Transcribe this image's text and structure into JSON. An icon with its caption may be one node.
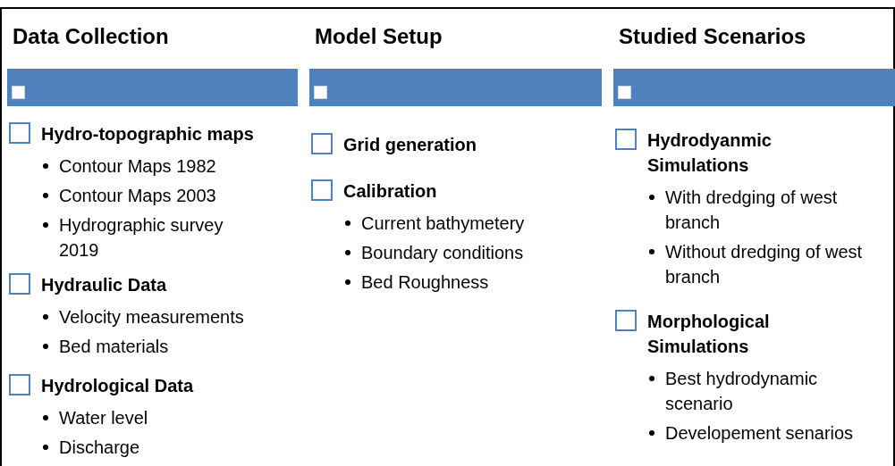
{
  "diagram": {
    "nodes": [
      {
        "text": [
          "Data Collection"
        ]
      },
      {
        "text": [
          "Hydro-topographic maps",
          "Contour Maps 1982",
          "Contour Maps 2003",
          "Hydrographic survey 2019"
        ]
      },
      {
        "text": [
          "Hydraulic Data",
          "Velocity measurements",
          "Bed materials"
        ]
      },
      {
        "text": [
          "Hydrological Data",
          "Water level",
          "Discharge"
        ]
      },
      {
        "text": [
          "Model Setup"
        ]
      },
      {
        "text": [
          "Grid generation"
        ]
      },
      {
        "text": [
          "Calibration",
          "Current bathymetery",
          "Boundary conditions",
          "Bed Roughness"
        ]
      },
      {
        "text": [
          "Studied Scenarios"
        ]
      },
      {
        "text": [
          "Hydrodyanmic Simulations",
          "With dredging of west branch",
          "Without dredging of west branch"
        ]
      },
      {
        "text": [
          "Morphological Simulations",
          "Best hydrodynamic scenario",
          "Developement senarios"
        ]
      }
    ]
  }
}
